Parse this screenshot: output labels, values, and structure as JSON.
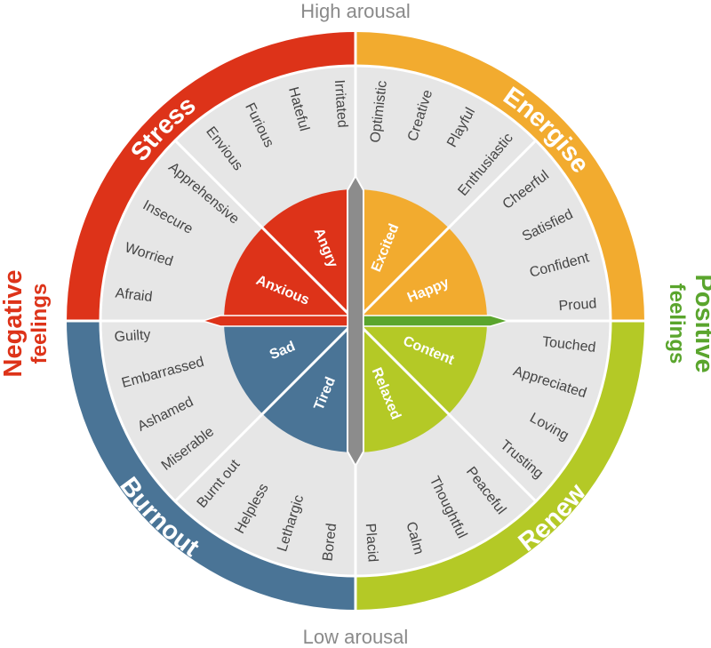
{
  "axis": {
    "top": "High arousal",
    "bottom": "Low arousal",
    "left_line1": "Negative",
    "left_line2": "feelings",
    "right_line1": "Positive",
    "right_line2": "feelings"
  },
  "colors": {
    "stress": "#dd3319",
    "energise": "#f2ab2f",
    "renew": "#b4c926",
    "burnout": "#4a7496",
    "inner_gray": "#e6e6e6",
    "divider": "#ffffff",
    "vertical_arrow": "#8c8c8c",
    "negative_text": "#dd3319",
    "positive_text": "#5aa52d",
    "word_text": "#454545"
  },
  "quadrants": [
    {
      "id": "stress",
      "label": "Stress",
      "core": [
        "Anxious",
        "Angry"
      ],
      "emotions": [
        "Afraid",
        "Worried",
        "Insecure",
        "Apprehensive",
        "Envious",
        "Furious",
        "Hateful",
        "Irritated"
      ]
    },
    {
      "id": "energise",
      "label": "Energise",
      "core": [
        "Excited",
        "Happy"
      ],
      "emotions": [
        "Optimistic",
        "Creative",
        "Playful",
        "Enthusiastic",
        "Cheerful",
        "Satisfied",
        "Confident",
        "Proud"
      ]
    },
    {
      "id": "renew",
      "label": "Renew",
      "core": [
        "Content",
        "Relaxed"
      ],
      "emotions": [
        "Touched",
        "Appreciated",
        "Loving",
        "Trusting",
        "Peaceful",
        "Thoughtful",
        "Calm",
        "Placid"
      ]
    },
    {
      "id": "burnout",
      "label": "Burnout",
      "core": [
        "Tired",
        "Sad"
      ],
      "emotions": [
        "Bored",
        "Lethargic",
        "Helpless",
        "Burnt out",
        "Miserable",
        "Ashamed",
        "Embarrassed",
        "Guilty"
      ]
    }
  ]
}
